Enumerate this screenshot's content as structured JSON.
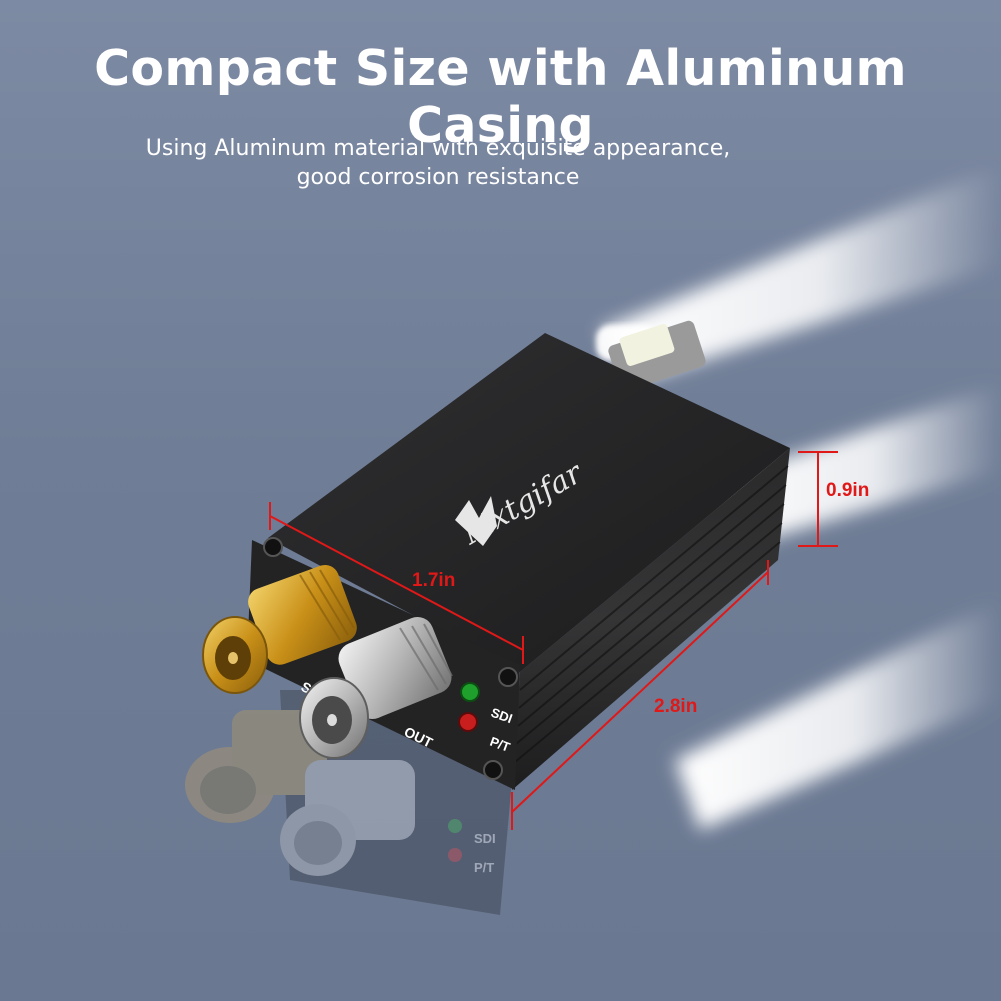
{
  "headline": "Compact Size with Aluminum Casing",
  "subtitle": {
    "line1": "Using Aluminum material with exquisite appearance,",
    "line2": "good corrosion resistance"
  },
  "product": {
    "brand": "Mxtgifar",
    "port_labels": {
      "input": "SDI-IN",
      "output": "OUT"
    },
    "led_labels": {
      "sdi": "SDI",
      "pt": "P/T"
    }
  },
  "dimensions": {
    "width": "1.7in",
    "height": "0.9in",
    "length": "2.8in",
    "color": "#e01818"
  },
  "colors": {
    "background": "#75839c",
    "casing": "#262626",
    "gold_connector": "#d4a020",
    "silver_connector": "#c8c8c8",
    "led_green": "#1fa02c",
    "led_red": "#c81e1e"
  }
}
